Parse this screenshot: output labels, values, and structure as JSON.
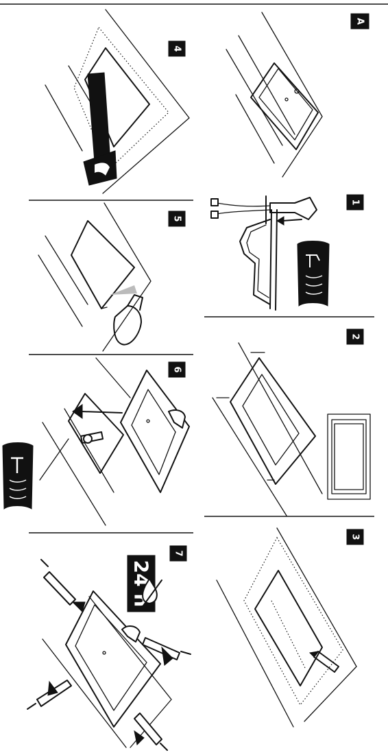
{
  "panels": {
    "overview": {
      "label": "A"
    },
    "step1": {
      "label": "1"
    },
    "step2": {
      "label": "2"
    },
    "step3": {
      "label": "3"
    },
    "step4": {
      "label": "4"
    },
    "step5": {
      "label": "5"
    },
    "step6": {
      "label": "6"
    },
    "step7": {
      "label": "7",
      "wait_time": "24 h"
    }
  },
  "colors": {
    "ink": "#111111",
    "paper": "#ffffff",
    "spray": "#bbbbbb"
  },
  "icons": [
    "faucet-manual-icon",
    "template-sheet-icon",
    "bracket-manual-icon",
    "no-water-icon",
    "saw-icon",
    "spray-bottle-icon",
    "pencil-icon",
    "caulk-gun-icon",
    "clamp-icon"
  ]
}
